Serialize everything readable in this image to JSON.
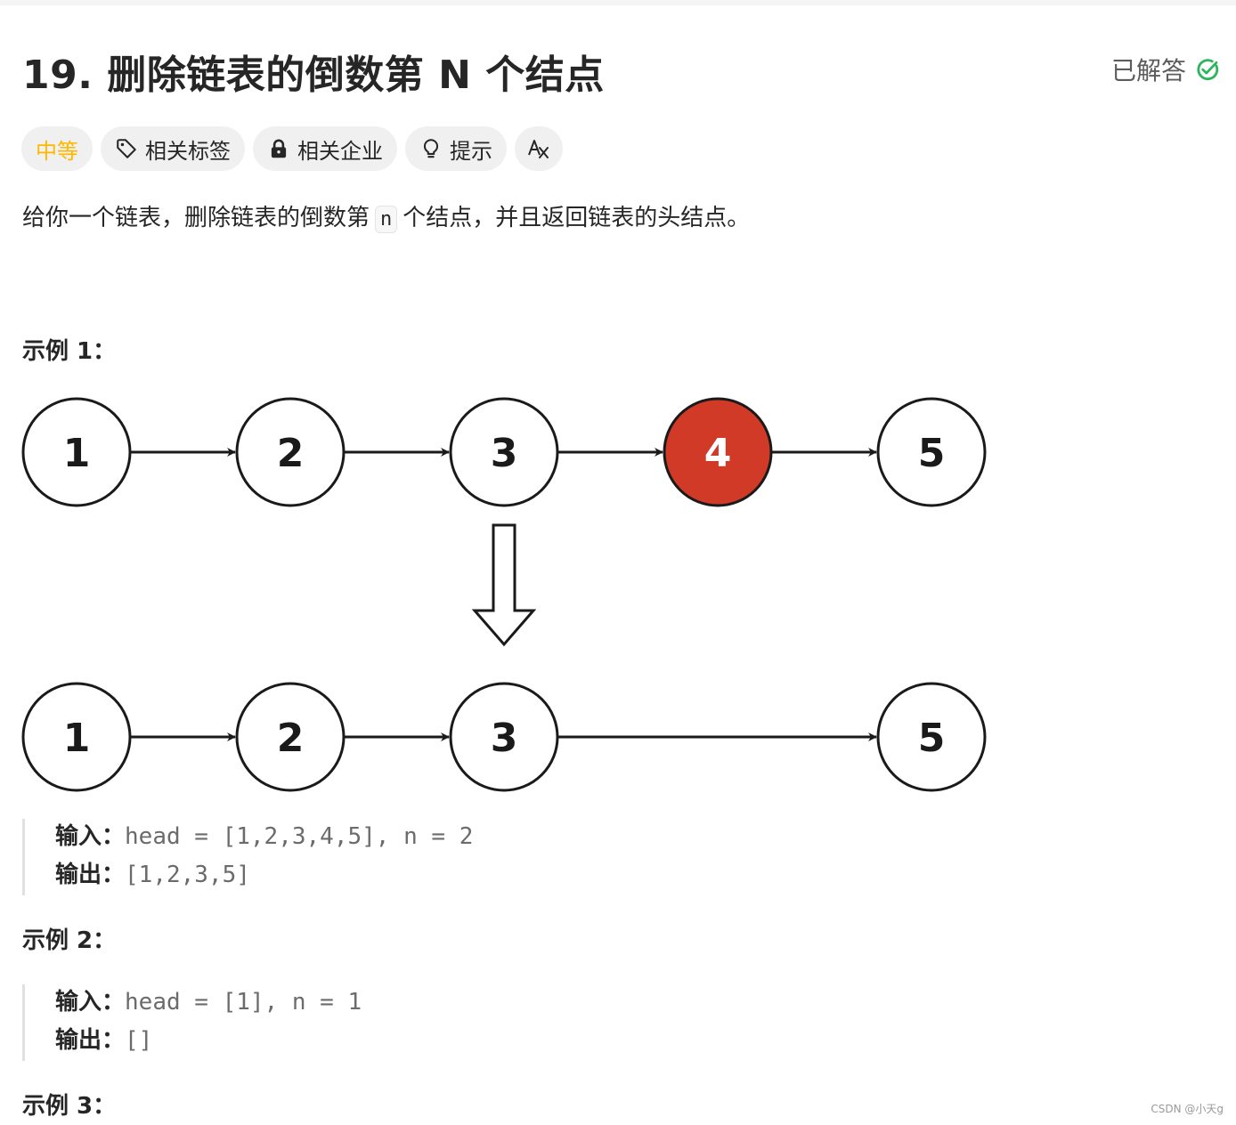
{
  "problem": {
    "title": "19. 删除链表的倒数第 N 个结点",
    "status": "已解答"
  },
  "tags": {
    "difficulty": "中等",
    "related_tags": "相关标签",
    "related_companies": "相关企业",
    "hint": "提示"
  },
  "description": {
    "before": "给你一个链表，删除链表的倒数第",
    "code": "n",
    "after": "个结点，并且返回链表的头结点。"
  },
  "examples": [
    {
      "title": "示例 1：",
      "input_label": "输入：",
      "input": "head = [1,2,3,4,5], n = 2",
      "output_label": "输出：",
      "output": "[1,2,3,5]"
    },
    {
      "title": "示例 2：",
      "input_label": "输入：",
      "input": "head = [1], n = 1",
      "output_label": "输出：",
      "output": "[]"
    },
    {
      "title": "示例 3："
    }
  ],
  "diagram": {
    "top_nodes": [
      "1",
      "2",
      "3",
      "4",
      "5"
    ],
    "removed_node": "4",
    "bottom_nodes": [
      "1",
      "2",
      "3",
      "5"
    ],
    "colors": {
      "removed": "#d03a26",
      "stroke": "#1a1a1a"
    }
  },
  "colors": {
    "accent_difficulty": "#ffb800",
    "solved_check": "#2db55d"
  },
  "watermark": "CSDN @小天g"
}
